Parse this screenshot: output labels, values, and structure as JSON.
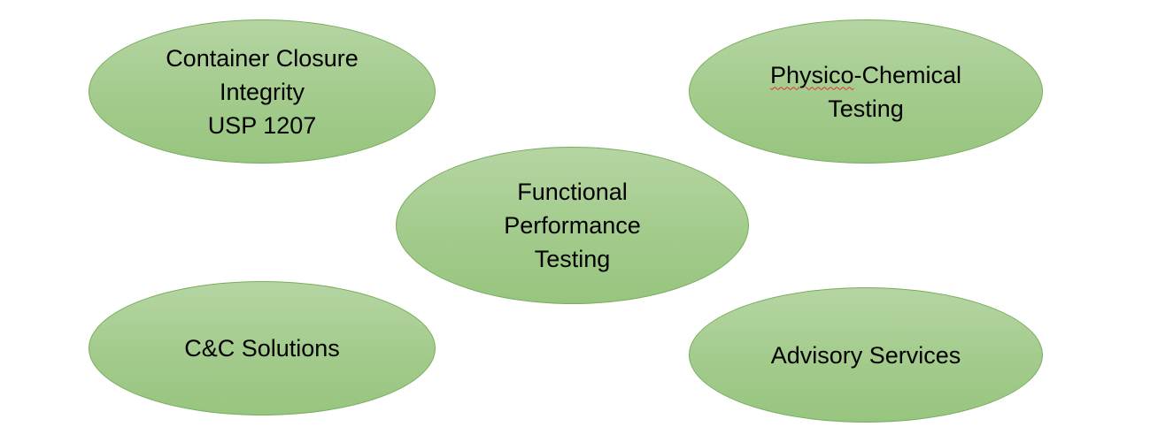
{
  "nodes": {
    "container_closure": {
      "lines": [
        "Container Closure",
        "Integrity",
        "USP 1207"
      ]
    },
    "physico_chemical": {
      "lines": [
        "Physico-Chemical",
        "Testing"
      ]
    },
    "functional_performance": {
      "lines": [
        "Functional",
        "Performance",
        "Testing"
      ]
    },
    "cc_solutions": {
      "lines": [
        "C&C Solutions"
      ]
    },
    "advisory": {
      "lines": [
        "Advisory Services"
      ]
    }
  },
  "colors": {
    "node_fill_top": "#b5d5a3",
    "node_fill_bottom": "#97c57f",
    "node_border": "#78ad5c",
    "spellcheck_underline": "#dd3333"
  }
}
